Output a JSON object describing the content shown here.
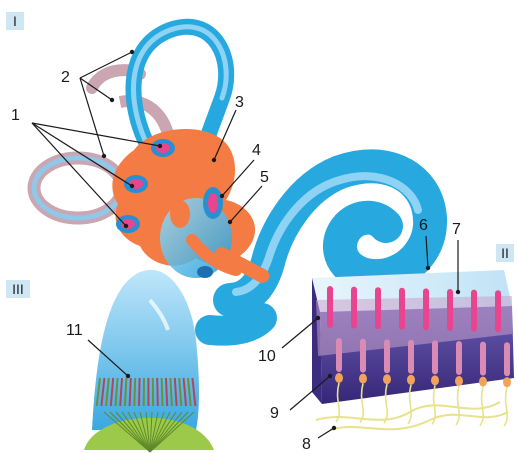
{
  "section_labels": {
    "s1": "I",
    "s2": "II",
    "s3": "III"
  },
  "number_labels": {
    "n1": "1",
    "n2": "2",
    "n3": "3",
    "n4": "4",
    "n5": "5",
    "n6": "6",
    "n7": "7",
    "n8": "8",
    "n9": "9",
    "n10": "10",
    "n11": "11"
  },
  "colors": {
    "canal_blue": "#27a9e0",
    "canal_light": "#8fd3f4",
    "ampulla_orange": "#f47b43",
    "hair_cell_pink": "#e8458f",
    "tissue_purple": "#4b3a8c",
    "nerve_yellow": "#e8e28a",
    "support_green": "#9cc94a"
  }
}
